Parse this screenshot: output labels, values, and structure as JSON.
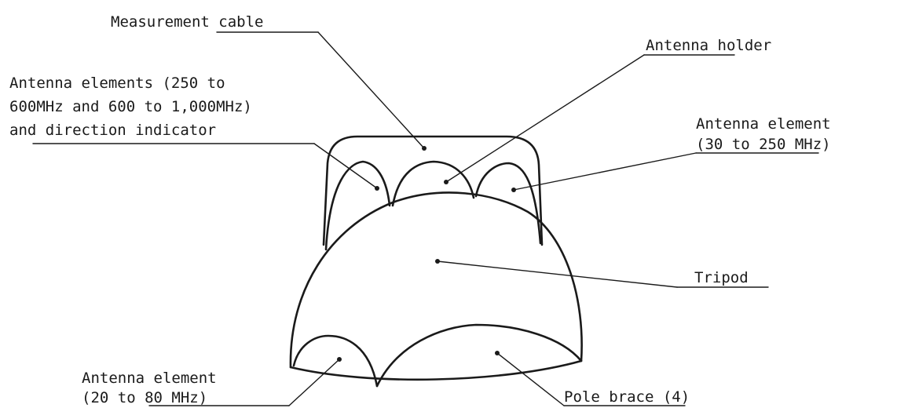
{
  "labels": {
    "measurement_cable": "Measurement cable",
    "antenna_holder": "Antenna holder",
    "antenna_elements_line1": "Antenna elements (250 to",
    "antenna_elements_line2": "600MHz and 600 to 1,000MHz)",
    "antenna_elements_line3": "and direction indicator",
    "antenna_element_30_line1": "Antenna element",
    "antenna_element_30_line2": "(30 to 250 MHz)",
    "tripod": "Tripod",
    "antenna_element_20_line1": "Antenna element",
    "antenna_element_20_line2": "(20 to 80 MHz)",
    "pole_brace": "Pole brace (4)"
  },
  "colors": {
    "ink": "#1a1a1a",
    "background": "#ffffff"
  }
}
